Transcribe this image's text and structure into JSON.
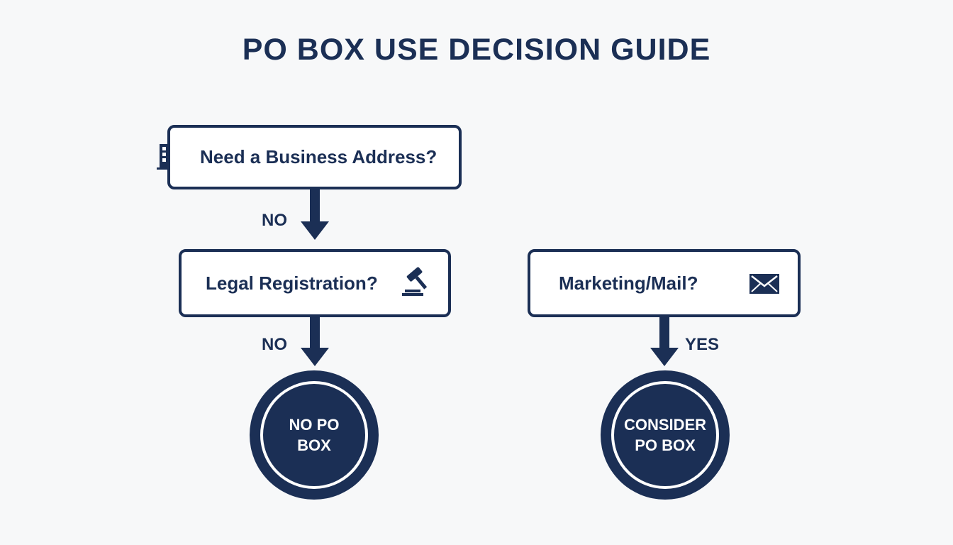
{
  "title": "PO BOX USE DECISION GUIDE",
  "colors": {
    "primary": "#1b2f55",
    "background": "#f7f8f9",
    "box_fill": "#ffffff"
  },
  "nodes": {
    "address": {
      "label": "Need a Business Address?",
      "icon": "building-icon"
    },
    "legal": {
      "label": "Legal Registration?",
      "icon": "gavel-icon"
    },
    "marketing": {
      "label": "Marketing/Mail?",
      "icon": "envelope-icon"
    }
  },
  "edges": {
    "address_to_legal": "NO",
    "legal_to_no_po_box": "NO",
    "marketing_to_consider": "YES"
  },
  "outcomes": {
    "no_po_box": {
      "line1": "NO PO",
      "line2": "BOX"
    },
    "consider_po_box": {
      "line1": "CONSIDER",
      "line2": "PO BOX"
    }
  }
}
